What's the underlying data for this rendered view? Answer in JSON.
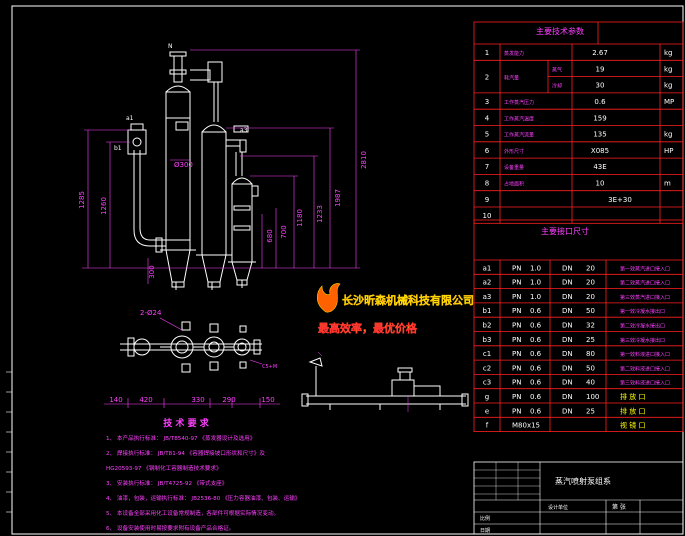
{
  "colors": {
    "background": "#000000",
    "frame": "#ffffff",
    "table_lines": "#ff2020",
    "equipment": "#ffffff",
    "dimensions": "#ff40ff",
    "table_text": "#ffffff",
    "nozzle_desc": "#ff40ff",
    "logo_text": "#ff3030",
    "logo_sub": "#ffff00",
    "logo_flame": "#ff6000",
    "notes_heading": "#ff40ff",
    "notes_text": "#ff40ff",
    "title_text": "#ffffff"
  },
  "params_table": {
    "title": "主要技术参数",
    "rows": [
      {
        "no": "1",
        "name": "蒸发能力",
        "sub": "",
        "value": "2.67",
        "unit": "kg"
      },
      {
        "no": "2",
        "name": "耗汽量",
        "sub": "蒸气",
        "value": "19",
        "unit": "kg"
      },
      {
        "no": "",
        "name": "",
        "sub": "冷却",
        "value": "30",
        "unit": "kg"
      },
      {
        "no": "3",
        "name": "工作蒸汽压力",
        "sub": "",
        "value": "0.6",
        "unit": "MP"
      },
      {
        "no": "4",
        "name": "工作蒸汽温度",
        "sub": "",
        "value": "159",
        "unit": ""
      },
      {
        "no": "5",
        "name": "工作蒸汽流量",
        "sub": "",
        "value": "135",
        "unit": "kg"
      },
      {
        "no": "6",
        "name": "外形尺寸",
        "sub": "",
        "value": "X085",
        "unit": "HP"
      },
      {
        "no": "7",
        "name": "设备重量",
        "sub": "",
        "value": "43E",
        "unit": ""
      },
      {
        "no": "8",
        "name": "占地面积",
        "sub": "",
        "value": "10",
        "unit": "m"
      },
      {
        "no": "9",
        "name": "",
        "sub": "",
        "value": "3E+30",
        "unit": ""
      },
      {
        "no": "10",
        "name": "",
        "sub": "",
        "value": "",
        "unit": ""
      }
    ]
  },
  "nozzle_table": {
    "title": "主要接口尺寸",
    "rows": [
      {
        "id": "a1",
        "pn": "PN",
        "pv": "1.0",
        "dn": "DN",
        "dv": "20",
        "desc": "第一效蒸汽进口接入口"
      },
      {
        "id": "a2",
        "pn": "PN",
        "pv": "1.0",
        "dn": "DN",
        "dv": "20",
        "desc": "第二效蒸汽进口接入口"
      },
      {
        "id": "a3",
        "pn": "PN",
        "pv": "1.0",
        "dn": "DN",
        "dv": "20",
        "desc": "第三效蒸汽进口接入口"
      },
      {
        "id": "b1",
        "pn": "PN",
        "pv": "0.6",
        "dn": "DN",
        "dv": "50",
        "desc": "第一效冷凝水接出口"
      },
      {
        "id": "b2",
        "pn": "PN",
        "pv": "0.6",
        "dn": "DN",
        "dv": "32",
        "desc": "第二效冷凝水接出口"
      },
      {
        "id": "b3",
        "pn": "PN",
        "pv": "0.6",
        "dn": "DN",
        "dv": "25",
        "desc": "第三效冷凝水接出口"
      },
      {
        "id": "c1",
        "pn": "PN",
        "pv": "0.6",
        "dn": "DN",
        "dv": "80",
        "desc": "第一效料液进口接入口"
      },
      {
        "id": "c2",
        "pn": "PN",
        "pv": "0.6",
        "dn": "DN",
        "dv": "50",
        "desc": "第二效料液进口接入口"
      },
      {
        "id": "c3",
        "pn": "PN",
        "pv": "0.6",
        "dn": "DN",
        "dv": "40",
        "desc": "第三效料液进口接入口"
      },
      {
        "id": "g",
        "pn": "PN",
        "pv": "0.6",
        "dn": "DN",
        "dv": "100",
        "desc": "排 放 口"
      },
      {
        "id": "e",
        "pn": "PN",
        "pv": "0.6",
        "dn": "DN",
        "dv": "25",
        "desc": "排 放 口"
      },
      {
        "id": "f",
        "pn": "M80x15",
        "pv": "",
        "dn": "",
        "dv": "",
        "desc": "视 镜 口"
      }
    ]
  },
  "logo": {
    "company": "长沙昕森机械科技有限公司",
    "slogan": "最高效率，最优价格"
  },
  "notes": {
    "heading": "技 术 要 求",
    "items": [
      "1、 本产品执行标准： JB/T8540-97     《蒸发器设计及选用》",
      "2、 焊接执行标准： JB/T81-94     《容器焊接坡口形状和尺寸》及",
      "       HG20593-97       《钢制化工容器制造技术要求》",
      "3、 安装执行标准： JB/T4725-92      《带式支座》",
      "4、 油漆，包装，运输执行标准： JB2536-80   《压力容器油漆、包装、运输》",
      "5、 本设备全部采用化工设备常规制造，各部件可根据实际情况变动。",
      "6、 设备安装使用时易按要求附有设备产品合格证。"
    ]
  },
  "title_block": {
    "title": "蒸汽喷射泵组系",
    "drawn_label": "设计单位",
    "scale_label": "比例",
    "sheet_label": "第  张",
    "date_label": "日期"
  },
  "elevation_dims": {
    "h1": "2810",
    "h2": "1987",
    "h3": "1233",
    "h4": "1180",
    "h5": "1285",
    "h6": "1260",
    "h7": "700",
    "h8": "680",
    "h9": "300",
    "d1": "Ø300"
  },
  "elevation_labels": {
    "top": "N",
    "inlet": "a1",
    "side": "b1",
    "mid": "a3"
  },
  "plan_dims": {
    "spans": [
      "140",
      "420",
      "330",
      "290",
      "150"
    ],
    "hole": "2-Ø24",
    "side_label": "C5+M"
  }
}
